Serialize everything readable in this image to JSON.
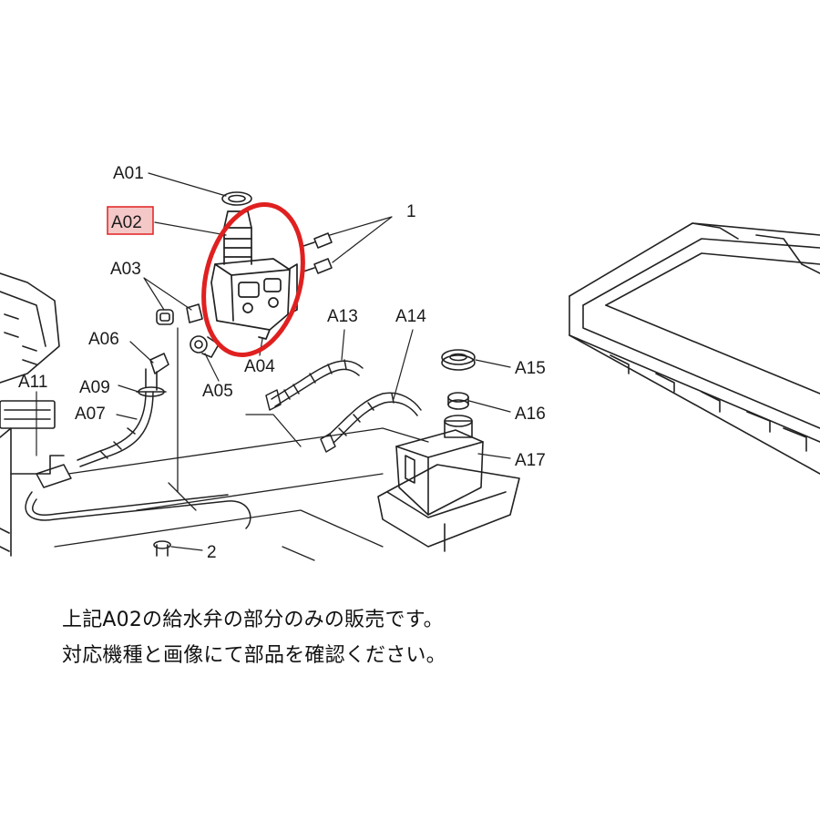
{
  "diagram": {
    "labels": {
      "a01": "A01",
      "a02": "A02",
      "a03": "A03",
      "a04": "A04",
      "a05": "A05",
      "a06": "A06",
      "a07": "A07",
      "a09": "A09",
      "a11": "A11",
      "a13": "A13",
      "a14": "A14",
      "a15": "A15",
      "a16": "A16",
      "a17": "A17",
      "n1": "1",
      "n2": "2"
    },
    "highlight_color": "#e02020",
    "box_fill": "#f5c8c8"
  },
  "note": {
    "line1": "上記A02の給水弁の部分のみの販売です。",
    "line2": "対応機種と画像にて部品を確認ください。"
  }
}
